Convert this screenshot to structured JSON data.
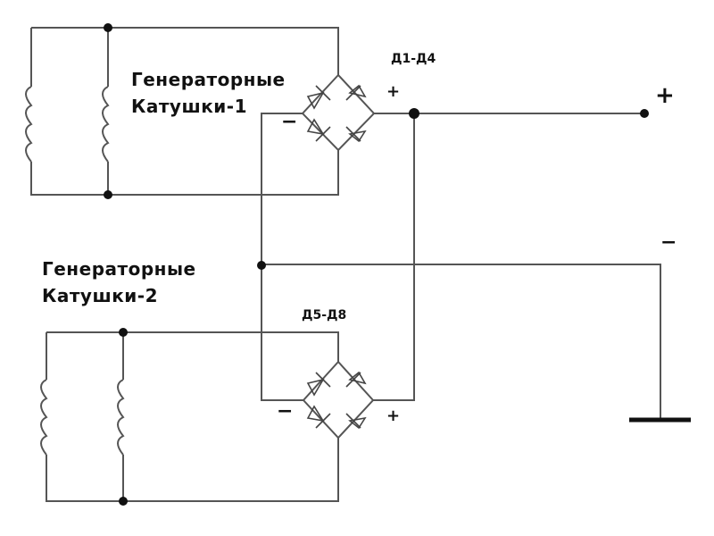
{
  "diagram": {
    "type": "circuit-schematic",
    "coils_1": {
      "line1": "Генераторные",
      "line2": "Катушки-1"
    },
    "coils_2": {
      "line1": "Генераторные",
      "line2": "Катушки-2"
    },
    "bridge_1": {
      "label": "Д1-Д4",
      "plus": "+",
      "minus": "−"
    },
    "bridge_2": {
      "label": "Д5-Д8",
      "plus": "+",
      "minus": "−"
    },
    "output": {
      "plus": "+",
      "minus": "−"
    },
    "colors": {
      "wire": "#555555",
      "text": "#111111"
    }
  }
}
